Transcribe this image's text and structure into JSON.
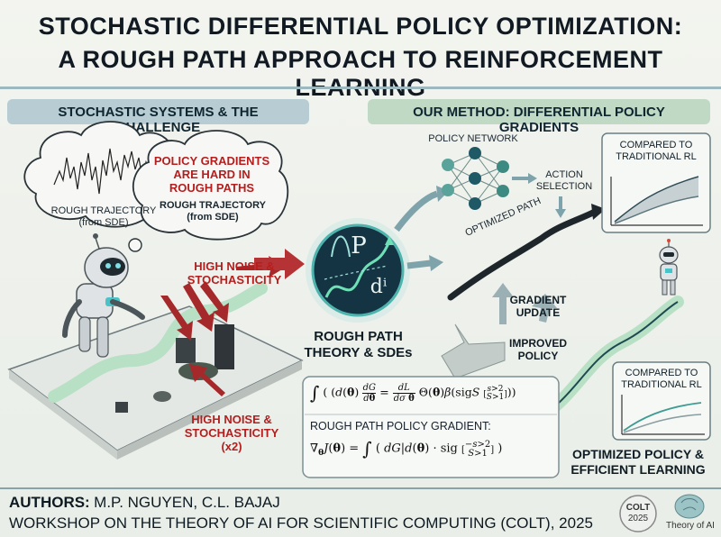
{
  "title": {
    "line1": "STOCHASTIC DIFFERENTIAL POLICY OPTIMIZATION:",
    "line2": "A ROUGH PATH APPROACH TO REINFORCEMENT LEARNING"
  },
  "left_section": {
    "banner": "STOCHASTIC SYSTEMS & THE CHALLENGE",
    "cloud1_label": "ROUGH TRAJECTORY (from SDE)",
    "cloud2_red": "POLICY GRADIENTS ARE HARD IN ROUGH PATHS",
    "cloud2_label": "ROUGH TRAJECTORY (from SDE)",
    "noise_label_1": "HIGH NOISE & STOCHASTICITY",
    "noise_label_2": "HIGH NOISE & STOCHASTICITY (x2)"
  },
  "center": {
    "theory_label": "ROUGH PATH THEORY & SDEs",
    "emblem_p": "P",
    "emblem_d": "dⁱ"
  },
  "right_section": {
    "banner": "OUR METHOD: DIFFERENTIAL POLICY GRADIENTS",
    "policy_network": "POLICY NETWORK",
    "action_selection": "ACTION SELECTION",
    "optimized_path": "OPTIMIZED PATH",
    "gradient_update": "GRADIENT UPDATE",
    "improved_policy": "IMPROVED POLICY",
    "inset_top_title": "COMPARED TO TRADITIONAL RL",
    "inset_bottom_title": "COMPARED TO TRADITIONAL RL",
    "outcome_label": "OPTIMIZED POLICY & EFFICIENT LEARNING"
  },
  "formula_box": {
    "subtitle": "ROUGH PATH POLICY GRADIENT:"
  },
  "footer": {
    "authors_label": "AUTHORS:",
    "authors": "M.P. NGUYEN, C.L. BAJAJ",
    "venue": "WORKSHOP ON THE THEORY OF AI FOR SCIENTIFIC COMPUTING (COLT), 2025",
    "badge_text": "COLT",
    "badge_year": "2025",
    "logo_caption": "Theory of AI"
  },
  "colors": {
    "banner_left": "#b7cdd3",
    "banner_right": "#bfd9c4",
    "warning_red": "#b61e1e",
    "arrow_red": "#a5282a",
    "teal": "#3f8f8a",
    "path_green": "#b8e0c4"
  }
}
